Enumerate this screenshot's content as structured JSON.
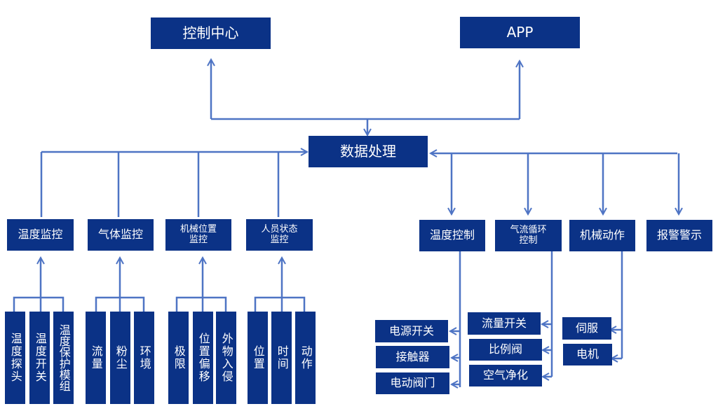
{
  "colors": {
    "box_fill": "#0b3286",
    "connector": "#4e74c4",
    "text": "#ffffff"
  },
  "top": {
    "control_center": "控制中心",
    "app": "APP",
    "data_processing": "数据处理"
  },
  "monitors": [
    {
      "label": "温度监控",
      "children": [
        "温度探头",
        "温度开关",
        "温度保护模组"
      ]
    },
    {
      "label": "气体监控",
      "children": [
        "流量",
        "粉尘",
        "环境"
      ]
    },
    {
      "label": "机械位置\n监控",
      "children": [
        "极限",
        "位置偏移",
        "外物入侵"
      ]
    },
    {
      "label": "人员状态\n监控",
      "children": [
        "位置",
        "时间",
        "动作"
      ]
    }
  ],
  "controls": [
    {
      "label": "温度控制",
      "children": [
        "电源开关",
        "接触器",
        "电动阀门"
      ]
    },
    {
      "label": "气流循环\n控制",
      "children": [
        "流量开关",
        "比例阀",
        "空气净化"
      ]
    },
    {
      "label": "机械动作",
      "children": [
        "伺服",
        "电机"
      ]
    },
    {
      "label": "报警警示",
      "children": []
    }
  ]
}
